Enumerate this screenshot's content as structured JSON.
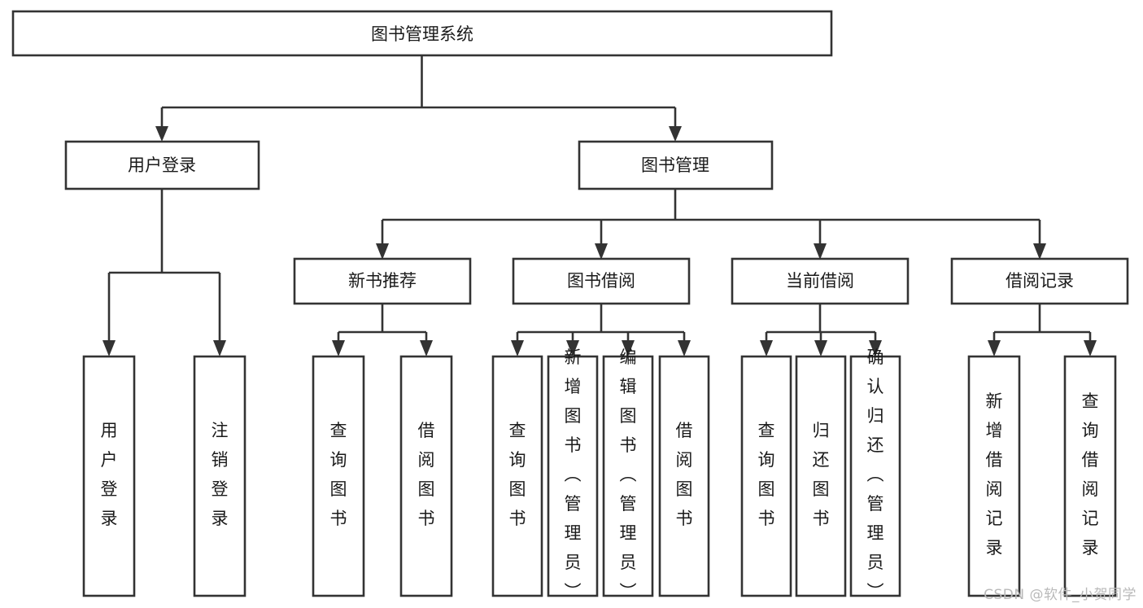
{
  "diagram": {
    "type": "tree-hierarchy-chart",
    "title": "图书管理系统",
    "watermark": "CSDN @软件_小贺同学",
    "colors": {
      "stroke": "#333333",
      "fill": "#ffffff",
      "text": "#1a1a1a",
      "watermark": "#b9b9b9"
    },
    "root": {
      "label": "图书管理系统",
      "children": [
        {
          "label": "用户登录",
          "children": [
            {
              "label": "用户登录"
            },
            {
              "label": "注销登录"
            }
          ]
        },
        {
          "label": "图书管理",
          "children": [
            {
              "label": "新书推荐",
              "children": [
                {
                  "label": "查询图书"
                },
                {
                  "label": "借阅图书"
                }
              ]
            },
            {
              "label": "图书借阅",
              "children": [
                {
                  "label": "查询图书"
                },
                {
                  "label": "新增图书（管理员）"
                },
                {
                  "label": "编辑图书（管理员）"
                },
                {
                  "label": "借阅图书"
                }
              ]
            },
            {
              "label": "当前借阅",
              "children": [
                {
                  "label": "查询图书"
                },
                {
                  "label": "归还图书"
                },
                {
                  "label": "确认归还（管理员）"
                }
              ]
            },
            {
              "label": "借阅记录",
              "children": [
                {
                  "label": "新增借阅记录"
                },
                {
                  "label": "查询借阅记录"
                }
              ]
            }
          ]
        }
      ]
    },
    "nodes": {
      "root": "图书管理系统",
      "l1_user_login": "用户登录",
      "l1_book_mgmt": "图书管理",
      "l2_new_book": "新书推荐",
      "l2_borrow": "图书借阅",
      "l2_current": "当前借阅",
      "l2_record": "借阅记录",
      "leaf_user_login": "用户登录",
      "leaf_logout": "注销登录",
      "leaf_nb_query": "查询图书",
      "leaf_nb_borrow": "借阅图书",
      "leaf_bb_query": "查询图书",
      "leaf_bb_add": "新增图书（管理员）",
      "leaf_bb_edit": "编辑图书（管理员）",
      "leaf_bb_borrow": "借阅图书",
      "leaf_cb_query": "查询图书",
      "leaf_cb_return": "归还图书",
      "leaf_cb_confirm": "确认归还（管理员）",
      "leaf_rec_add": "新增借阅记录",
      "leaf_rec_query": "查询借阅记录"
    }
  }
}
